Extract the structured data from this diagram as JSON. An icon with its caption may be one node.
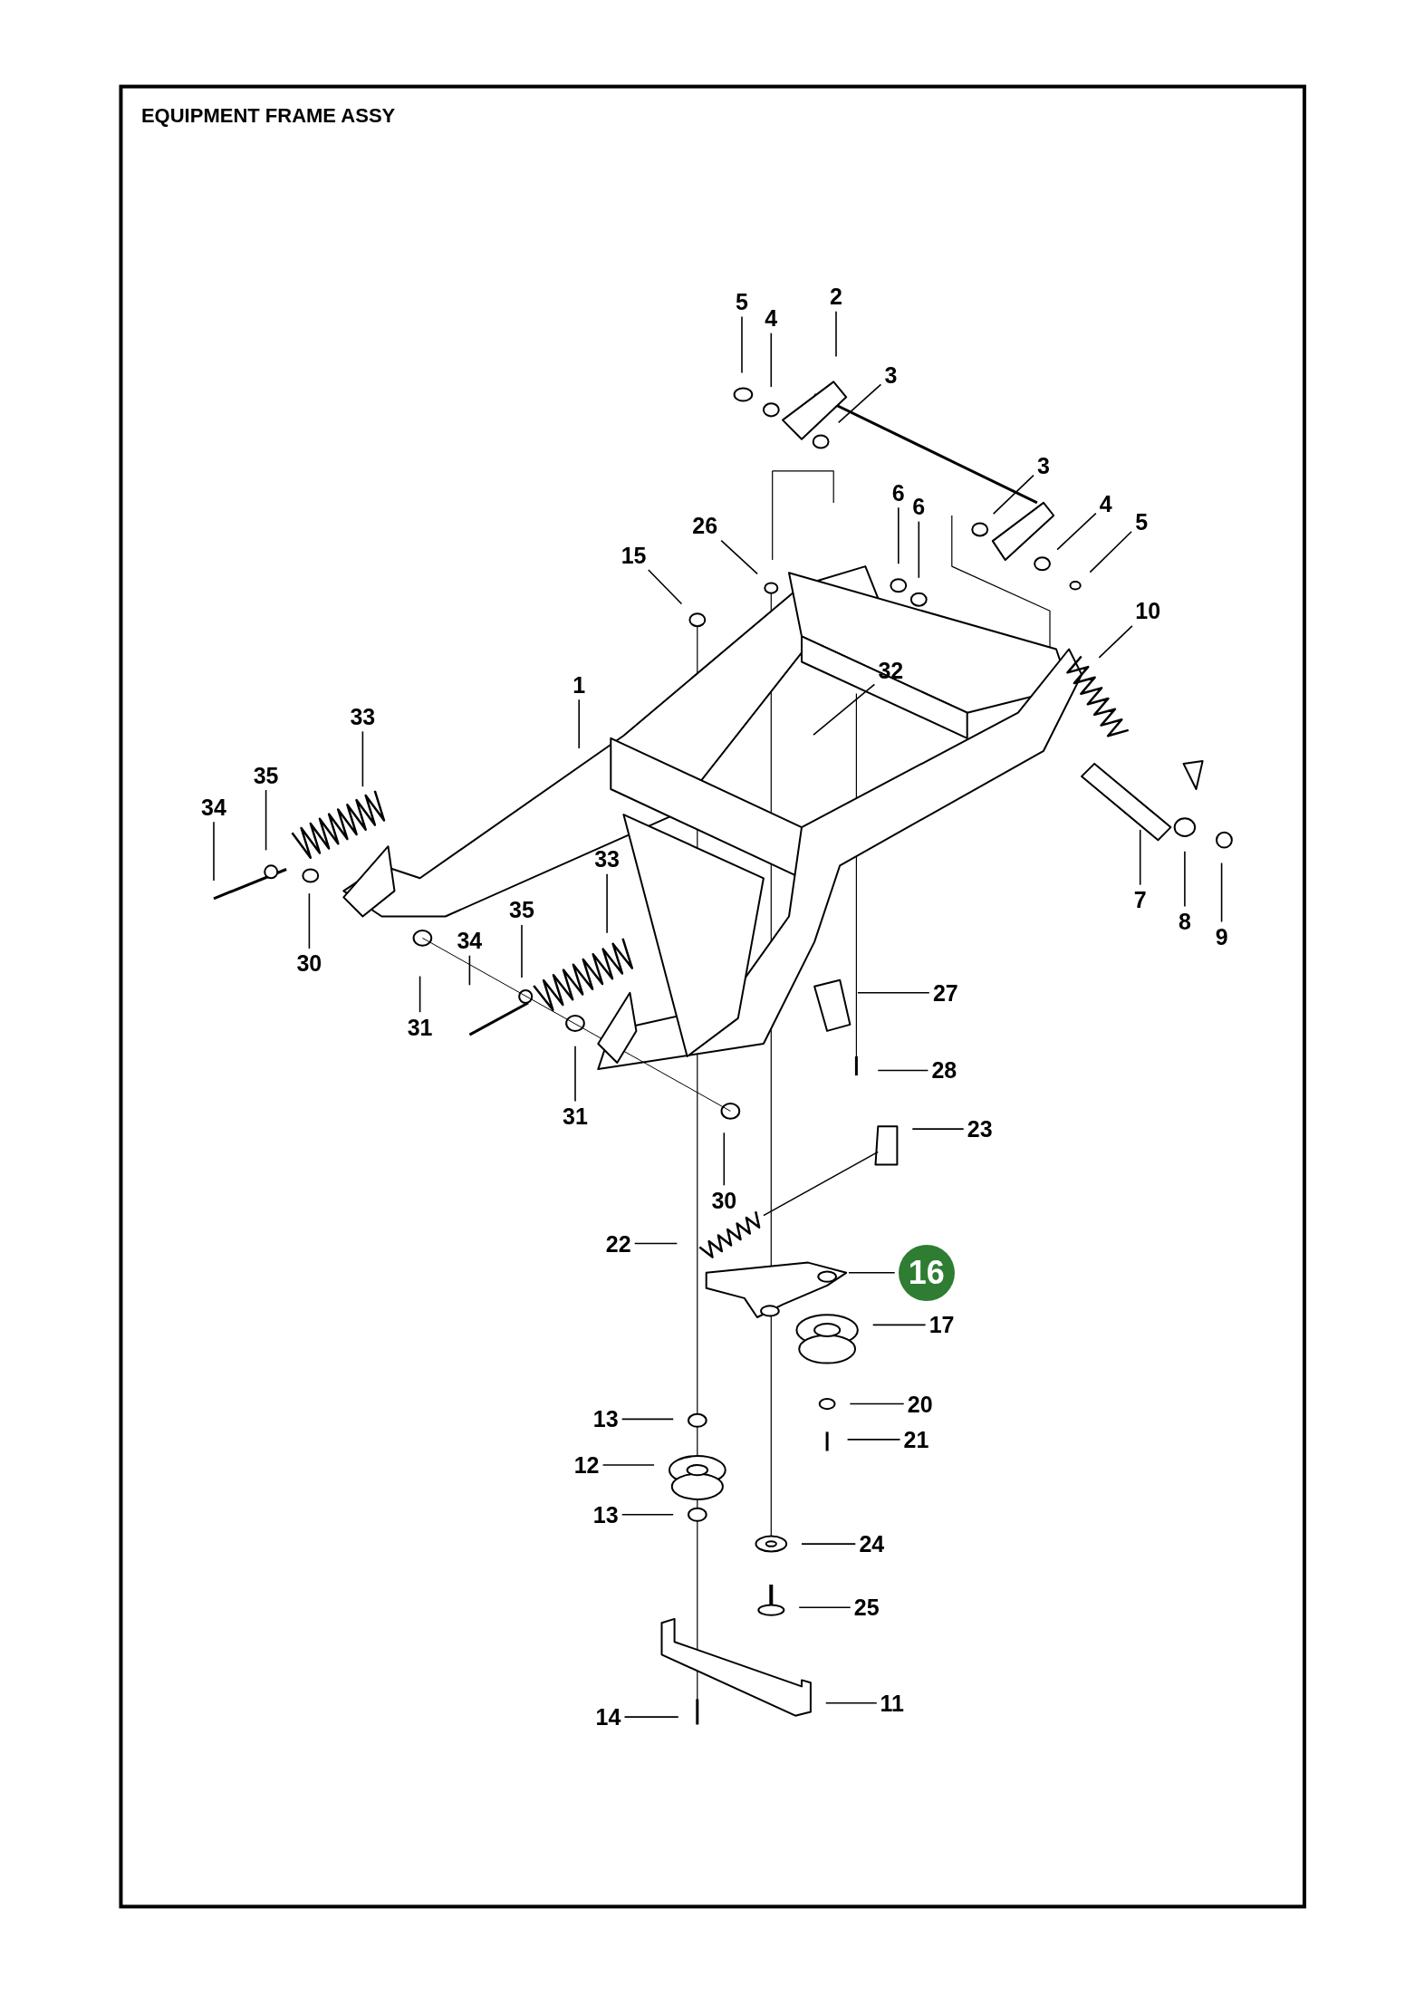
{
  "diagram": {
    "title": "EQUIPMENT FRAME ASSY",
    "nodes": [
      {
        "text": [
          "5"
        ]
      },
      {
        "text": [
          "4"
        ]
      },
      {
        "text": [
          "2"
        ]
      },
      {
        "text": [
          "3"
        ]
      },
      {
        "text": [
          "3"
        ]
      },
      {
        "text": [
          "6"
        ]
      },
      {
        "text": [
          "6"
        ]
      },
      {
        "text": [
          "4"
        ]
      },
      {
        "text": [
          "5"
        ]
      },
      {
        "text": [
          "10"
        ]
      },
      {
        "text": [
          "26"
        ]
      },
      {
        "text": [
          "15"
        ]
      },
      {
        "text": [
          "1"
        ]
      },
      {
        "text": [
          "32"
        ]
      },
      {
        "text": [
          "33"
        ]
      },
      {
        "text": [
          "35"
        ]
      },
      {
        "text": [
          "34"
        ]
      },
      {
        "text": [
          "30"
        ]
      },
      {
        "text": [
          "31"
        ]
      },
      {
        "text": [
          "33"
        ]
      },
      {
        "text": [
          "35"
        ]
      },
      {
        "text": [
          "34"
        ]
      },
      {
        "text": [
          "31"
        ]
      },
      {
        "text": [
          "30"
        ]
      },
      {
        "text": [
          "7"
        ]
      },
      {
        "text": [
          "8"
        ]
      },
      {
        "text": [
          "9"
        ]
      },
      {
        "text": [
          "27"
        ]
      },
      {
        "text": [
          "28"
        ]
      },
      {
        "text": [
          "23"
        ]
      },
      {
        "text": [
          "22"
        ]
      },
      {
        "text": [
          "16"
        ]
      },
      {
        "text": [
          "17"
        ]
      },
      {
        "text": [
          "20"
        ]
      },
      {
        "text": [
          "21"
        ]
      },
      {
        "text": [
          "13"
        ]
      },
      {
        "text": [
          "12"
        ]
      },
      {
        "text": [
          "13"
        ]
      },
      {
        "text": [
          "24"
        ]
      },
      {
        "text": [
          "25"
        ]
      },
      {
        "text": [
          "11"
        ]
      },
      {
        "text": [
          "14"
        ]
      }
    ],
    "edges": [
      {
        "from": 0,
        "to": null,
        "arrow": "none"
      },
      {
        "from": 1,
        "to": null,
        "arrow": "none"
      },
      {
        "from": 2,
        "to": null,
        "arrow": "none"
      },
      {
        "from": 3,
        "to": null,
        "arrow": "none"
      },
      {
        "from": 4,
        "to": null,
        "arrow": "none"
      },
      {
        "from": 5,
        "to": null,
        "arrow": "none"
      },
      {
        "from": 6,
        "to": null,
        "arrow": "none"
      },
      {
        "from": 7,
        "to": null,
        "arrow": "none"
      },
      {
        "from": 8,
        "to": null,
        "arrow": "none"
      },
      {
        "from": 9,
        "to": null,
        "arrow": "none"
      },
      {
        "from": 10,
        "to": null,
        "arrow": "none"
      },
      {
        "from": 11,
        "to": null,
        "arrow": "none"
      },
      {
        "from": 12,
        "to": null,
        "arrow": "none"
      },
      {
        "from": 13,
        "to": null,
        "arrow": "none"
      },
      {
        "from": 14,
        "to": null,
        "arrow": "none"
      },
      {
        "from": 15,
        "to": null,
        "arrow": "none"
      },
      {
        "from": 16,
        "to": null,
        "arrow": "none"
      },
      {
        "from": 17,
        "to": null,
        "arrow": "none"
      },
      {
        "from": 18,
        "to": null,
        "arrow": "none"
      },
      {
        "from": 19,
        "to": null,
        "arrow": "none"
      },
      {
        "from": 20,
        "to": null,
        "arrow": "none"
      },
      {
        "from": 21,
        "to": null,
        "arrow": "none"
      },
      {
        "from": 22,
        "to": null,
        "arrow": "none"
      },
      {
        "from": 23,
        "to": null,
        "arrow": "none"
      },
      {
        "from": 24,
        "to": null,
        "arrow": "none"
      },
      {
        "from": 25,
        "to": null,
        "arrow": "none"
      },
      {
        "from": 26,
        "to": null,
        "arrow": "none"
      },
      {
        "from": 27,
        "to": null,
        "arrow": "none"
      },
      {
        "from": 28,
        "to": null,
        "arrow": "none"
      },
      {
        "from": 29,
        "to": null,
        "arrow": "none"
      },
      {
        "from": 30,
        "to": null,
        "arrow": "none"
      },
      {
        "from": 31,
        "to": null,
        "arrow": "none"
      },
      {
        "from": 32,
        "to": null,
        "arrow": "none"
      },
      {
        "from": 33,
        "to": null,
        "arrow": "none"
      },
      {
        "from": 34,
        "to": null,
        "arrow": "none"
      },
      {
        "from": 35,
        "to": null,
        "arrow": "none"
      },
      {
        "from": 36,
        "to": null,
        "arrow": "none"
      },
      {
        "from": 37,
        "to": null,
        "arrow": "none"
      },
      {
        "from": 38,
        "to": null,
        "arrow": "none"
      },
      {
        "from": 39,
        "to": null,
        "arrow": "none"
      },
      {
        "from": 40,
        "to": null,
        "arrow": "none"
      },
      {
        "from": 41,
        "to": null,
        "arrow": "none"
      }
    ]
  }
}
